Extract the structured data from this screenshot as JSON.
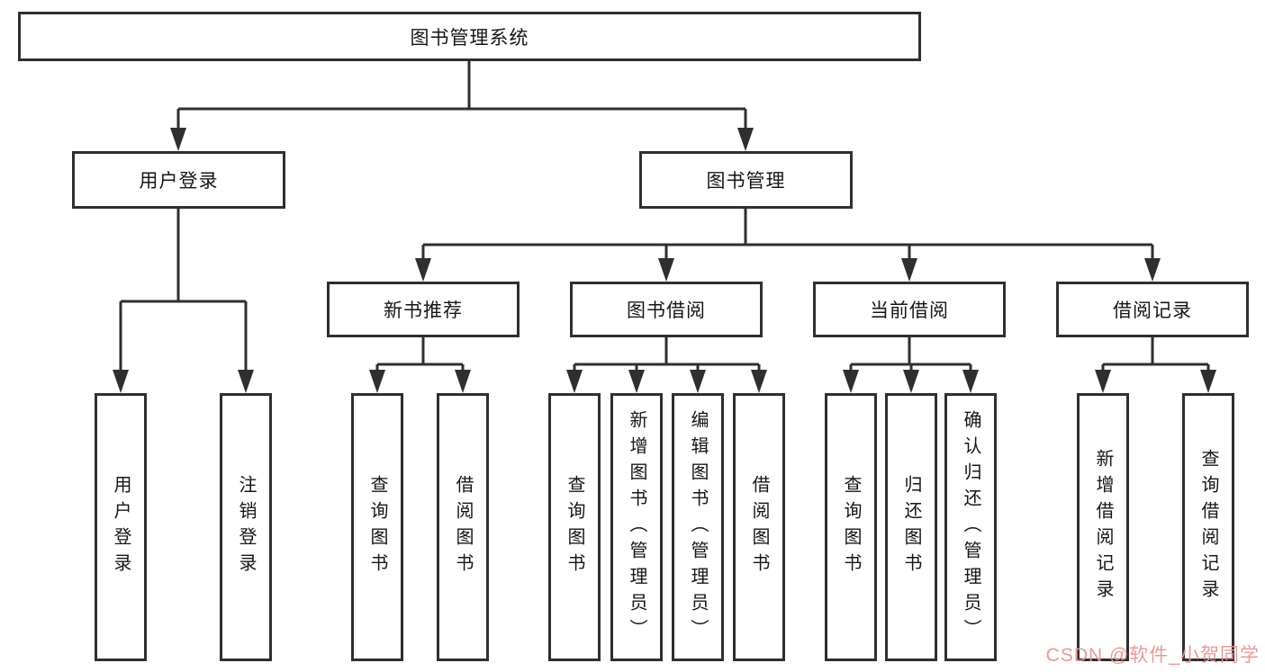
{
  "diagram": {
    "root": {
      "label": "图书管理系统"
    },
    "user_login": {
      "label": "用户登录",
      "children": [
        {
          "label": "用户登录"
        },
        {
          "label": "注销登录"
        }
      ]
    },
    "book_mgmt": {
      "label": "图书管理",
      "sections": [
        {
          "label": "新书推荐",
          "children": [
            {
              "label": "查询图书"
            },
            {
              "label": "借阅图书"
            }
          ]
        },
        {
          "label": "图书借阅",
          "children": [
            {
              "label": "查询图书"
            },
            {
              "label": "新增图书（管理员）"
            },
            {
              "label": "编辑图书（管理员）"
            },
            {
              "label": "借阅图书"
            }
          ]
        },
        {
          "label": "当前借阅",
          "children": [
            {
              "label": "查询图书"
            },
            {
              "label": "归还图书"
            },
            {
              "label": "确认归还（管理员）"
            }
          ]
        },
        {
          "label": "借阅记录",
          "children": [
            {
              "label": "新增借阅记录"
            },
            {
              "label": "查询借阅记录"
            }
          ]
        }
      ]
    },
    "colors": {
      "line": "#2f2f2f",
      "box_border": "#2f2f2f",
      "background": "#ffffff"
    }
  },
  "watermark": {
    "text": "CSDN @软件_小贺同学",
    "color": "#ed9393"
  }
}
